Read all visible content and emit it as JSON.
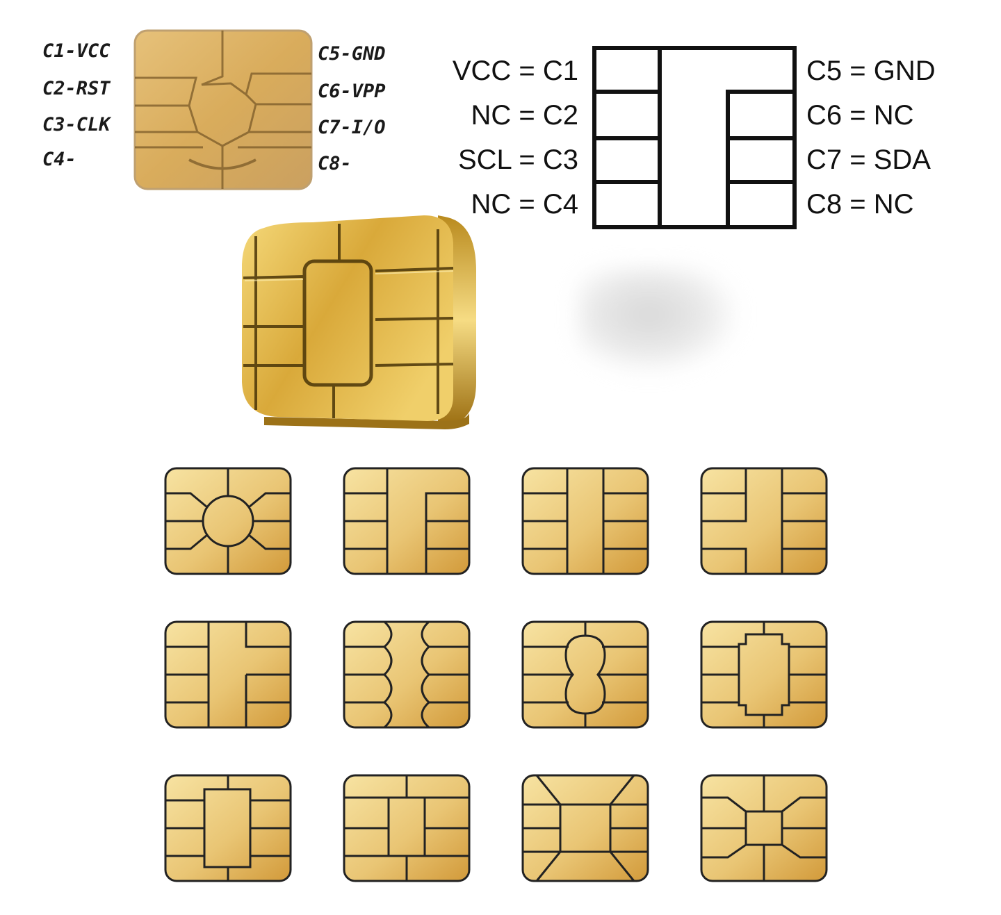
{
  "colors": {
    "gold_light": "#f3dc93",
    "gold_mid": "#e2b860",
    "gold_dark": "#c8902e",
    "line": "#1a1a1a"
  },
  "real_chip": {
    "left_labels": [
      "C1-VCC",
      "C2-RST",
      "C3-CLK",
      "C4-"
    ],
    "right_labels": [
      "C5-GND",
      "C6-VPP",
      "C7-I/O",
      "C8-"
    ]
  },
  "schematic": {
    "left_labels": [
      "VCC = C1",
      "NC = C2",
      "SCL = C3",
      "NC = C4"
    ],
    "right_labels": [
      "C5 = GND",
      "C6 = NC",
      "C7 = SDA",
      "C8 = NC"
    ]
  },
  "chip_variants": [
    "round-center",
    "t-shape-right",
    "vertical-bar",
    "notched-right",
    "cross-left",
    "scalloped",
    "peanut",
    "octagon-center",
    "rect-center",
    "small-rect-center",
    "x-top-bottom",
    "octagon-square"
  ]
}
